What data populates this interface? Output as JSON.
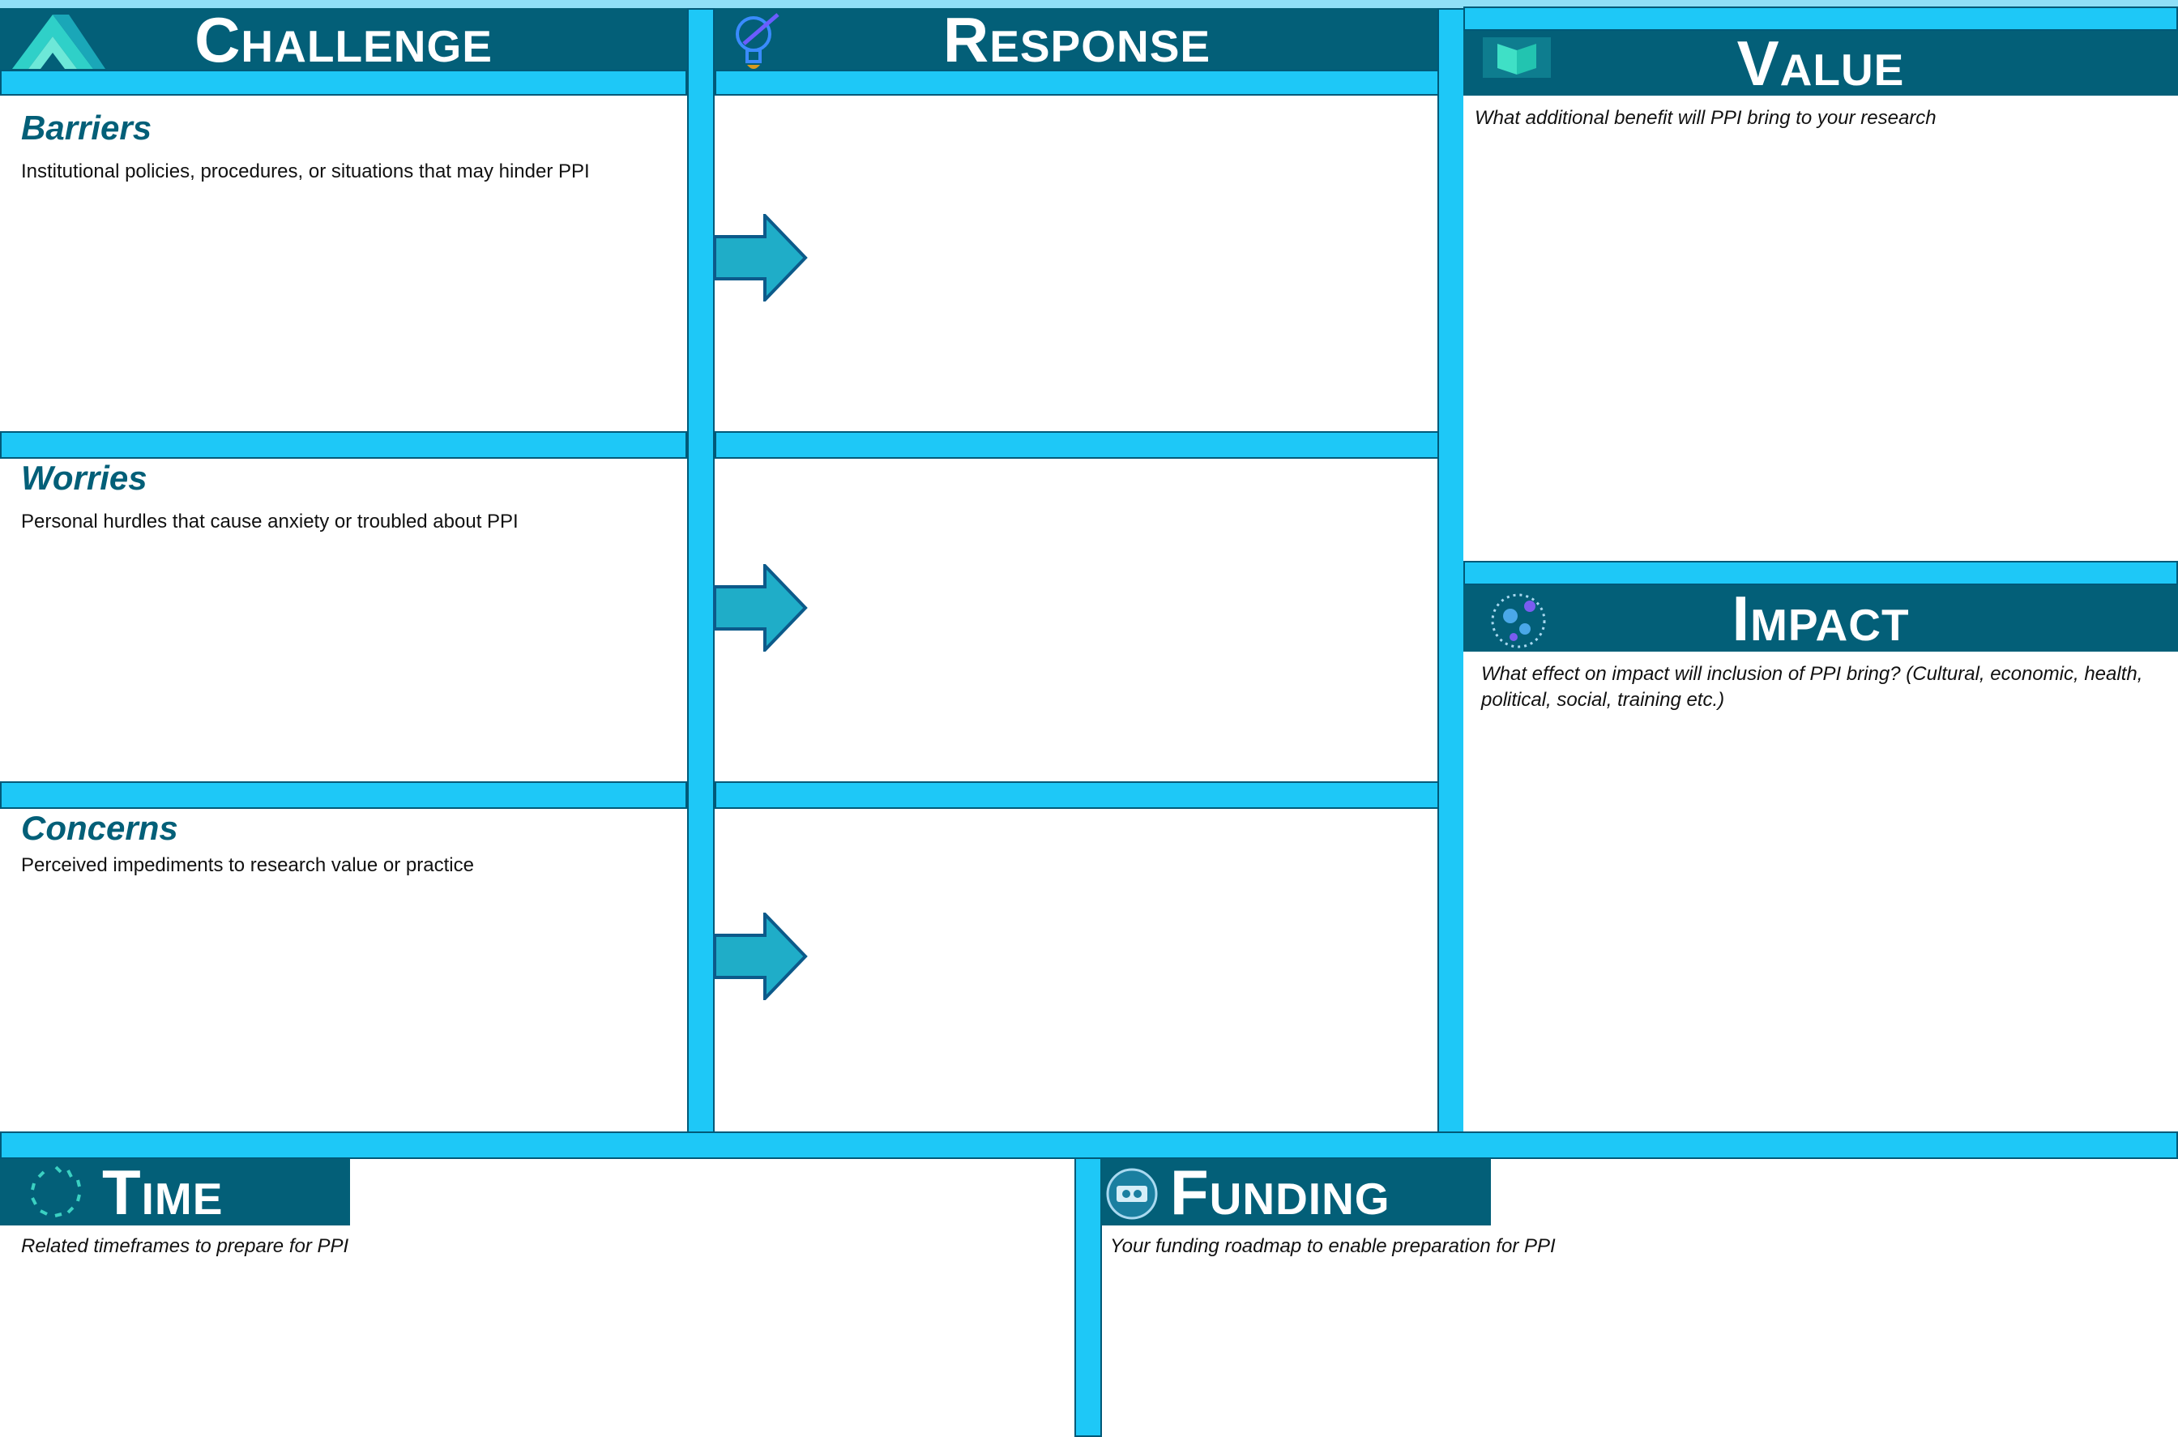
{
  "colors": {
    "accent_light": "#1ec8f7",
    "header_dark": "#035f78",
    "border": "#005978",
    "arrow": "#1fadc8"
  },
  "challenge": {
    "title": "Challenge",
    "icon": "mountain-icon",
    "sections": [
      {
        "title": "Barriers",
        "desc": "Institutional policies, procedures, or situations that may hinder PPI"
      },
      {
        "title": "Worries",
        "desc": "Personal hurdles that cause anxiety or troubled about PPI"
      },
      {
        "title": "Concerns",
        "desc": "Perceived impediments to research value or practice"
      }
    ]
  },
  "response": {
    "title": "Response",
    "icon": "lightbulb-icon"
  },
  "value": {
    "title": "Value",
    "icon": "book-icon",
    "desc": "What additional benefit will PPI bring to your research"
  },
  "impact": {
    "title": "Impact",
    "icon": "network-icon",
    "desc": "What effect on impact will inclusion of PPI bring? (Cultural, economic, health, political, social, training etc.)"
  },
  "time": {
    "title": "Time",
    "icon": "cycle-icon",
    "desc": "Related timeframes to prepare for PPI"
  },
  "funding": {
    "title": "Funding",
    "icon": "money-icon",
    "desc": "Your funding roadmap to enable preparation for PPI"
  }
}
